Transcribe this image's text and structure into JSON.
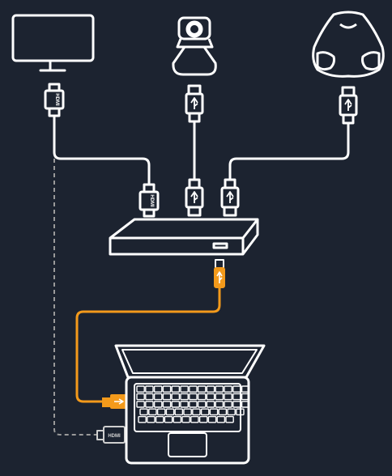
{
  "connector_labels": {
    "hdmi_top": "HDMI",
    "hdmi_hub_left": "HDMI",
    "hdmi_laptop": "HDMI"
  },
  "devices": {
    "monitor": "monitor-icon",
    "camera": "ptz-camera-icon",
    "speakerphone": "speakerphone-icon",
    "hub": "hub-box-icon",
    "laptop": "laptop-icon"
  },
  "colors": {
    "background": "#1c2330",
    "line": "#ffffff",
    "accent": "#f39a1b",
    "muted": "#cfcfcf",
    "dashed": "#9a9a9a"
  }
}
